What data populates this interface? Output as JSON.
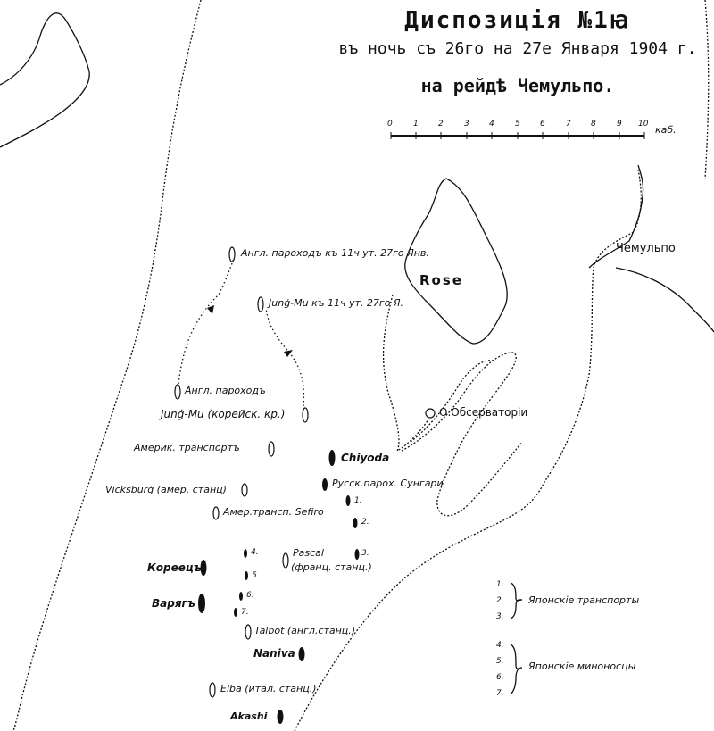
{
  "title": {
    "line1": "Диспозиція №1ꙗ",
    "line2": "въ ночь съ 26го на 27е Января 1904 г.",
    "line3": "на рейдѣ Чемульпо."
  },
  "scale": {
    "ticks": [
      "0",
      "1",
      "2",
      "3",
      "4",
      "5",
      "6",
      "7",
      "8",
      "9",
      "10"
    ],
    "unit": "каб."
  },
  "places": {
    "rose": "Rose",
    "chemulpo": "Чемульпо",
    "observatory": "О.Обсерваторіи"
  },
  "ships": {
    "eng_steamer_11": "Англ. пароходъ къ 11ч ут. 27го Янв.",
    "jung_mi_11": "Junģ-Mu къ 11ч ут. 27го Я.",
    "eng_steamer": "Англ. пароходъ",
    "jung_mi": "Junģ-Mu (корейск. кр.)",
    "amer_transport": "Америк. транспортъ",
    "chiyoda": "Chiyoda",
    "vicksburg": "Vicksburģ (амер. станц)",
    "russ_sungari": "Русск.парох. Сунгари",
    "sefiro": "Амер.трансп. Sefiro",
    "pascal_name": "Pascal",
    "pascal_note": "(франц. станц.)",
    "koreets": "Кореецъ",
    "varyag": "Варягъ",
    "talbot": "Talbot (англ.станц.)",
    "naniva": "Naniva",
    "elba": "Elba (итал. станц.)",
    "akashi": "Akashi"
  },
  "numbers": {
    "n1": "1.",
    "n2": "2.",
    "n3": "3.",
    "n4": "4.",
    "n5": "5.",
    "n6": "6.",
    "n7": "7."
  },
  "legend": {
    "transports_label": "Японскіе транспорты",
    "torpedo_label": "Японскіе миноносцы",
    "transports_nums": [
      "1.",
      "2.",
      "3."
    ],
    "torpedo_nums": [
      "4.",
      "5.",
      "6.",
      "7."
    ]
  },
  "colors": {
    "ink": "#111111",
    "paper": "#ffffff"
  }
}
